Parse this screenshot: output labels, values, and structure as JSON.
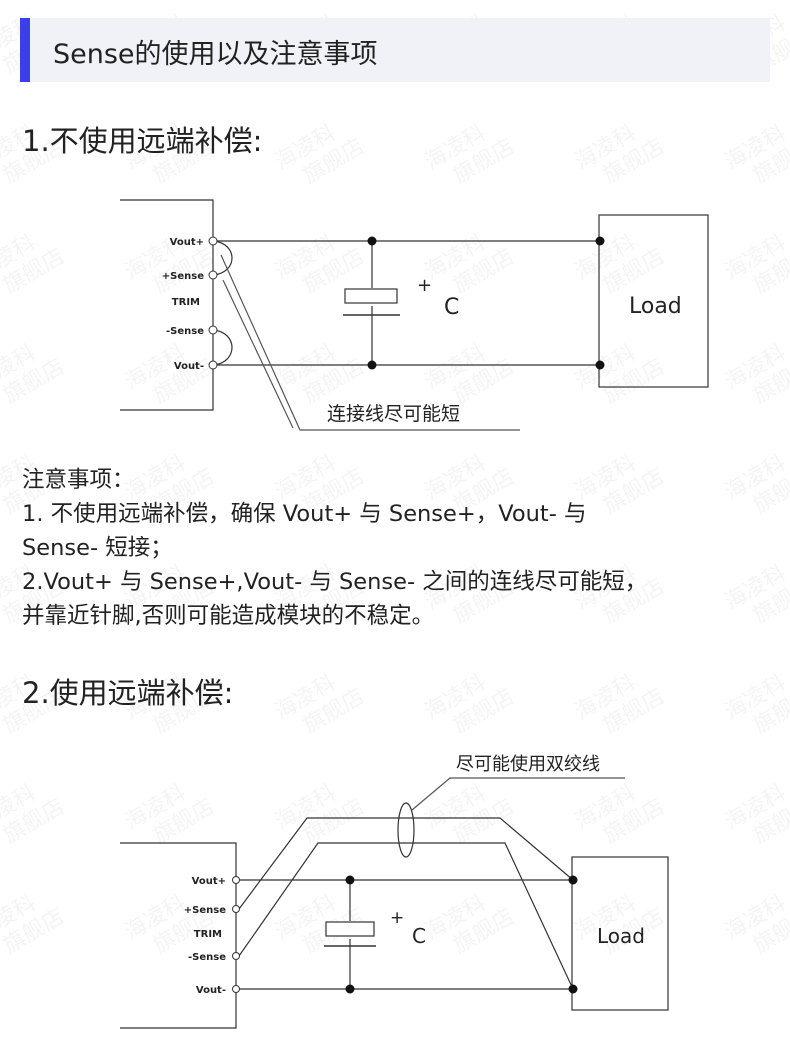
{
  "header": {
    "title": "Sense的使用以及注意事项",
    "accent_color": "#3b3fe6",
    "background": "#f1f2f7"
  },
  "section1": {
    "heading": "1.不使用远端补偿:",
    "diagram": {
      "pins": [
        "Vout+",
        "+Sense",
        "TRIM",
        "-Sense",
        "Vout-"
      ],
      "capacitor_label": "C",
      "capacitor_sign": "+",
      "load_label": "Load",
      "callout": "连接线尽可能短"
    }
  },
  "notes": {
    "title": "注意事项：",
    "lines": [
      "1. 不使用远端补偿，确保 Vout+ 与 Sense+，Vout- 与",
      "Sense- 短接；",
      "2.Vout+ 与 Sense+,Vout- 与 Sense- 之间的连线尽可能短，",
      "并靠近针脚,否则可能造成模块的不稳定。"
    ]
  },
  "section2": {
    "heading": "2.使用远端补偿:",
    "diagram": {
      "pins": [
        "Vout+",
        "+Sense",
        "TRIM",
        "-Sense",
        "Vout-"
      ],
      "capacitor_label": "C",
      "capacitor_sign": "+",
      "load_label": "Load",
      "callout": "尽可能使用双绞线"
    }
  },
  "watermark": {
    "line1": "海凌科",
    "line2": "旗舰店"
  }
}
